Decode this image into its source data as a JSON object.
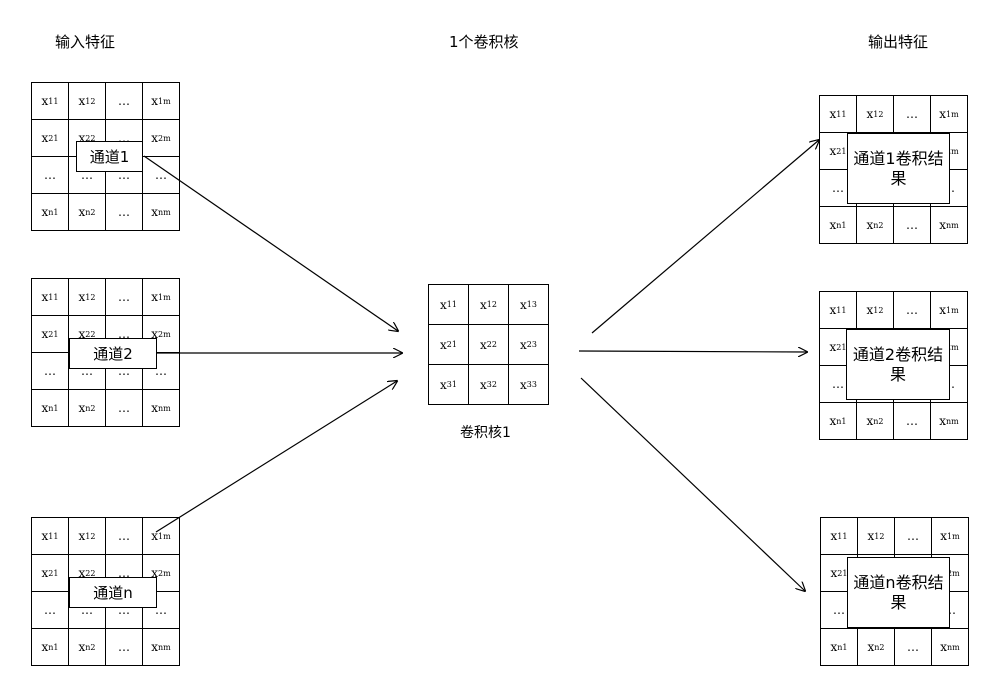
{
  "titles": {
    "input": "输入特征",
    "kernel": "1个卷积核",
    "output": "输出特征"
  },
  "kernel_label": "卷积核1",
  "channels": [
    {
      "label": "通道1"
    },
    {
      "label": "通道2"
    },
    {
      "label": "通道n"
    }
  ],
  "outputs": [
    {
      "label": "通道1卷积结果"
    },
    {
      "label": "通道2卷积结果"
    },
    {
      "label": "通道n卷积结果"
    }
  ],
  "feature_matrix": [
    [
      [
        "x",
        "11"
      ],
      [
        "x",
        "12"
      ],
      [
        "…",
        ""
      ],
      [
        "x",
        "1m"
      ]
    ],
    [
      [
        "x",
        "21"
      ],
      [
        "x",
        "22"
      ],
      [
        "…",
        ""
      ],
      [
        "x",
        "2m"
      ]
    ],
    [
      [
        "…",
        ""
      ],
      [
        "…",
        ""
      ],
      [
        "…",
        ""
      ],
      [
        "…",
        ""
      ]
    ],
    [
      [
        "x",
        "n1"
      ],
      [
        "x",
        "n2"
      ],
      [
        "…",
        ""
      ],
      [
        "x",
        "nm"
      ]
    ]
  ],
  "kernel_matrix": [
    [
      [
        "x",
        "11"
      ],
      [
        "x",
        "12"
      ],
      [
        "x",
        "13"
      ]
    ],
    [
      [
        "x",
        "21"
      ],
      [
        "x",
        "22"
      ],
      [
        "x",
        "23"
      ]
    ],
    [
      [
        "x",
        "31"
      ],
      [
        "x",
        "32"
      ],
      [
        "x",
        "33"
      ]
    ]
  ],
  "colors": {
    "line": "#000000",
    "background": "#ffffff"
  }
}
